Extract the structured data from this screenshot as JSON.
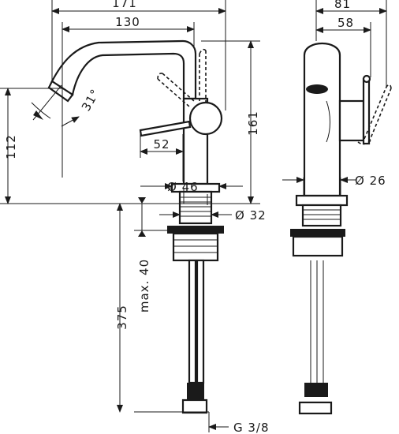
{
  "dimensions": {
    "total_width": "171",
    "spout_reach": "130",
    "lever_offset": "52",
    "base_diameter": "Ø 46",
    "shank_diameter": "Ø 32",
    "height_spout": "112",
    "total_height": "161",
    "tail_length": "375",
    "max_thickness": "max. 40",
    "spout_angle": "31°",
    "connection": "G 3/8",
    "side_width": "81",
    "side_lever": "58",
    "side_diameter": "Ø 26"
  }
}
